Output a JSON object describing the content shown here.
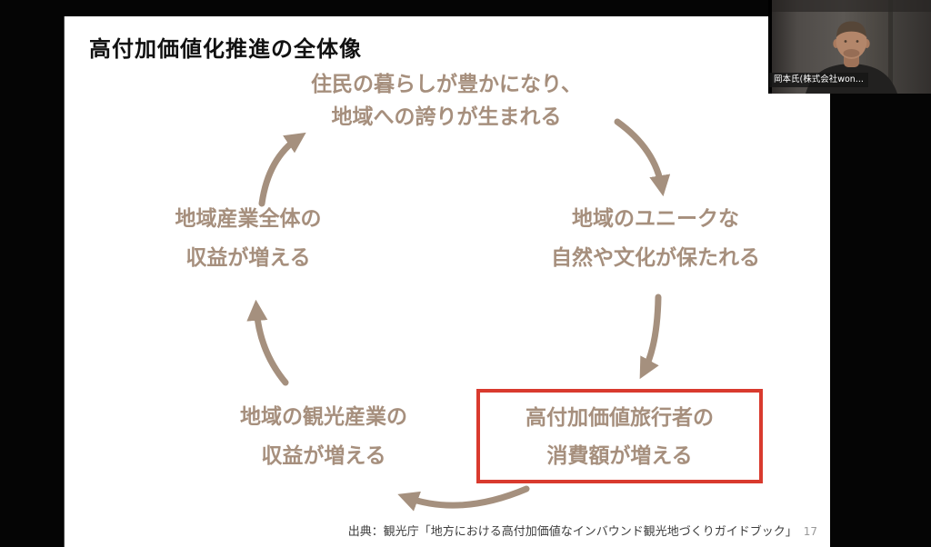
{
  "slide": {
    "title": "高付加価値化推進の全体像",
    "cycle": {
      "top": {
        "line1": "住民の暮らしが豊かになり、",
        "line2": "地域への誇りが生まれる"
      },
      "right": {
        "line1": "地域のユニークな",
        "line2": "自然や文化が保たれる"
      },
      "bottom_right": {
        "line1": "高付加価値旅行者の",
        "line2": "消費額が増える"
      },
      "bottom_left": {
        "line1": "地域の観光産業の",
        "line2": "収益が増える"
      },
      "left": {
        "line1": "地域産業全体の",
        "line2": "収益が増える"
      }
    },
    "source": "出典：観光庁「地方における高付加価値なインバウンド観光地づくりガイドブック」",
    "page_number": "17",
    "colors": {
      "node_text": "#a68f7d",
      "arrow": "#a5907e",
      "highlight_border": "#d93a2e",
      "title_text": "#111111"
    }
  },
  "webcam": {
    "participant_label": "岡本氏(株式会社won..."
  }
}
